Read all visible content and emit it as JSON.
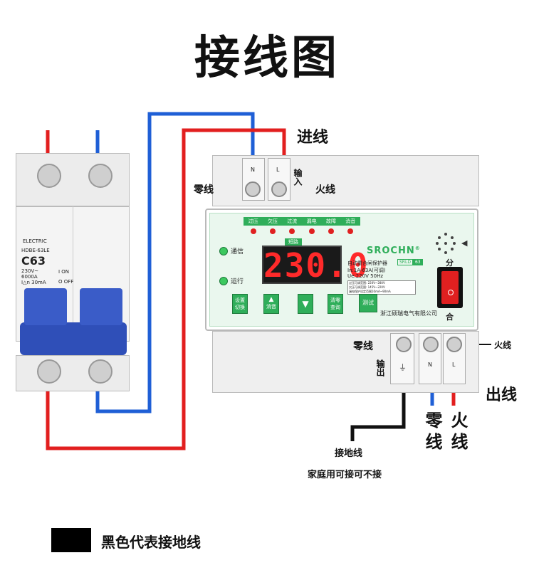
{
  "title": "接线图",
  "input_label": "进线",
  "output_label": "出线",
  "top_zero": "零线",
  "top_fire": "火线",
  "bottom_zero": "零线",
  "bottom_fire": "火线",
  "input_short": "输入",
  "output_short": "输出",
  "terminal_n": "N",
  "terminal_l": "L",
  "out_zero_vert": "零线",
  "out_fire_vert": "火线",
  "ground_label": "接地线",
  "ground_note": "家庭用可接可不接",
  "legend_text": "黑色代表接地线",
  "breaker": {
    "brand": "ELECTRIC",
    "model": "HDBE-63LE",
    "rating": "C63",
    "spec1": "230V~",
    "spec2": "6000A",
    "spec3": "I△n 30mA",
    "on": "I ON",
    "off": "O OFF"
  },
  "protector": {
    "brand": "SROCHN",
    "brand_mark": "®",
    "indicators": [
      "过压",
      "欠压",
      "过流",
      "漏电",
      "故障",
      "消音"
    ],
    "short_label": "短路",
    "status_comm": "通信",
    "status_run": "运行",
    "display": "230.0",
    "product_name": "自动重合闸保护器",
    "model_tag": "SRLD",
    "model_num": "63",
    "current": "In:1A-63A(可调)",
    "voltage": "Ue:220V 50Hz",
    "spec_line1": "过压可调范围: 220V~280V",
    "spec_line2": "欠压可调范围: 145V~220V",
    "spec_line3": "漏电保护设定范围10mA~90mA",
    "btn1": "设置切换",
    "btn2_arrow": "▲",
    "btn2": "消音",
    "btn3_arrow": "▼",
    "btn4": "清零查询",
    "btn5": "测试",
    "company": "浙江硕瑞电气有限公司",
    "switch_top": "分",
    "switch_bottom": "合"
  }
}
